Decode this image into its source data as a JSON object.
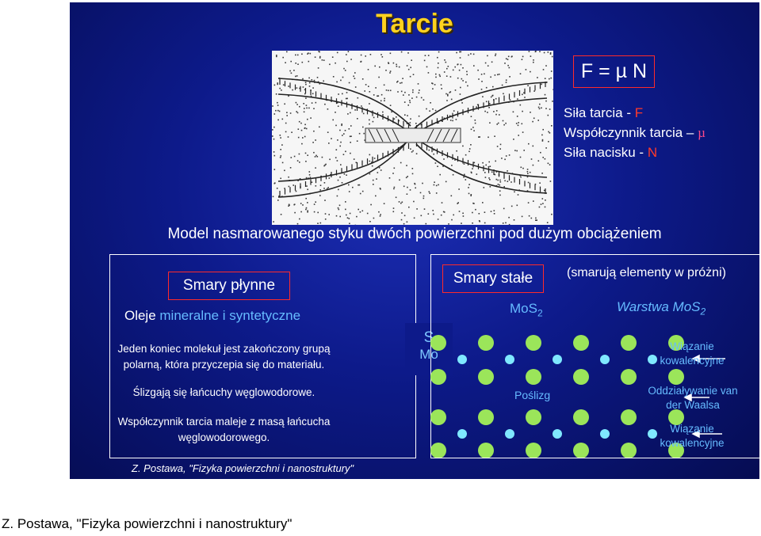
{
  "title": "Tarcie",
  "formula": "F = µ N",
  "legend": {
    "force_label": "Siła tarcia - ",
    "force_symbol": "F",
    "coef_label": "Współczynnik tarcia – ",
    "coef_symbol": "µ",
    "normal_label": "Siła nacisku - ",
    "normal_symbol": "N"
  },
  "model_caption": "Model nasmarowanego styku dwóch powierzchni pod dużym obciążeniem",
  "fluid": {
    "heading": "Smary płynne",
    "oils_w": "Oleje ",
    "oils_c": "mineralne i syntetyczne",
    "line1": "Jeden koniec molekuł jest zakończony grupą",
    "line2": "polarną, która przyczepia się do materiału.",
    "line3": "Ślizgają się łańcuchy węglowodorowe.",
    "line4": "Współczynnik tarcia maleje z masą łańcucha",
    "line5": "węglowodorowego."
  },
  "sm_symbol": "S",
  "mo_symbol": "Mo",
  "solid": {
    "heading": "Smary stałe",
    "vacuum_note": "(smarują elementy w próżni)",
    "mos2_base": "MoS",
    "mos2_sub": "2",
    "layer_base": "Warstwa MoS",
    "layer_sub": "2",
    "covalent1_a": "Wiązanie",
    "covalent1_b": "kowalencyjne",
    "slip": "Poślizg",
    "vdw_a": "Oddziaływanie van",
    "vdw_b": "der Waalsa",
    "covalent2_a": "Wiązanie",
    "covalent2_b": "kowalencyjne"
  },
  "footer_slide": "Z. Postawa, \"Fizyka powierzchni i nanostruktury\"",
  "footer_page": "Z. Postawa, \"Fizyka powierzchni i nanostruktury\"",
  "colors": {
    "background": "#0d1a8a",
    "title": "#ffd21f",
    "highlight_border": "#ff2a2a",
    "accent_text": "#66bbff",
    "s_atom": "#9be55a",
    "mo_atom": "#7fe8ff"
  }
}
